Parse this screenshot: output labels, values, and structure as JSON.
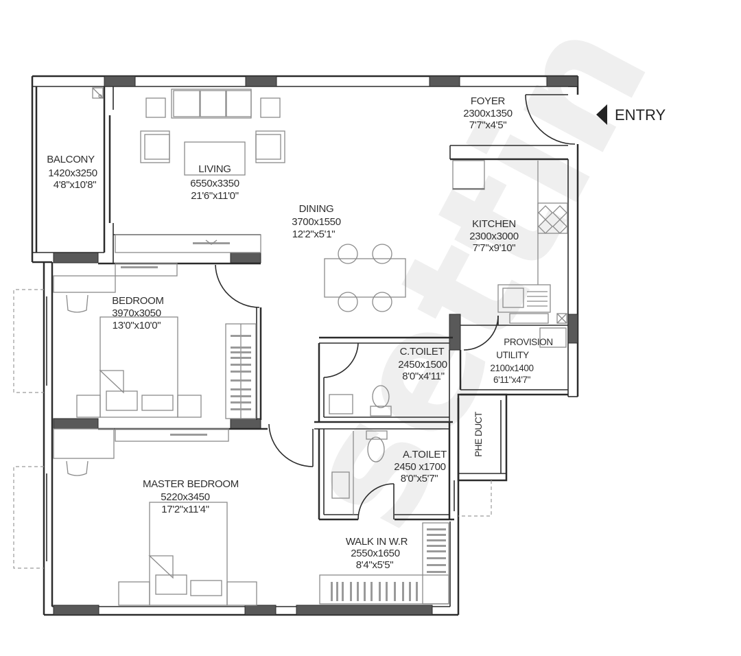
{
  "plan": {
    "entry_label": "ENTRY",
    "watermark": "settin",
    "rooms": {
      "balcony": {
        "name": "BALCONY",
        "metric": "1420x3250",
        "imperial": "4'8\"x10'8\""
      },
      "living": {
        "name": "LIVING",
        "metric": "6550x3350",
        "imperial": "21'6\"x11'0\""
      },
      "foyer": {
        "name": "FOYER",
        "metric": "2300x1350",
        "imperial": "7'7\"x4'5\""
      },
      "dining": {
        "name": "DINING",
        "metric": "3700x1550",
        "imperial": "12'2\"x5'1\""
      },
      "kitchen": {
        "name": "KITCHEN",
        "metric": "2300x3000",
        "imperial": "7'7\"x9'10\""
      },
      "bedroom": {
        "name": "BEDROOM",
        "metric": "3970x3050",
        "imperial": "13'0\"x10'0\""
      },
      "c_toilet": {
        "name": "C.TOILET",
        "metric": "2450x1500",
        "imperial": "8'0\"x4'11\""
      },
      "provision": {
        "name": "PROVISION"
      },
      "utility": {
        "name": "UTILITY",
        "metric": "2100x1400",
        "imperial": "6'11\"x4'7\""
      },
      "phe_duct": {
        "name": "PHE DUCT"
      },
      "a_toilet": {
        "name": "A.TOILET",
        "metric": "2450 x1700",
        "imperial": "8'0\"x5'7\""
      },
      "master": {
        "name": "MASTER BEDROOM",
        "metric": "5220x3450",
        "imperial": "17'2\"x11'4\""
      },
      "walkin": {
        "name": "WALK IN W.R",
        "metric": "2550x1650",
        "imperial": "8'4\"x5'5\""
      }
    }
  }
}
